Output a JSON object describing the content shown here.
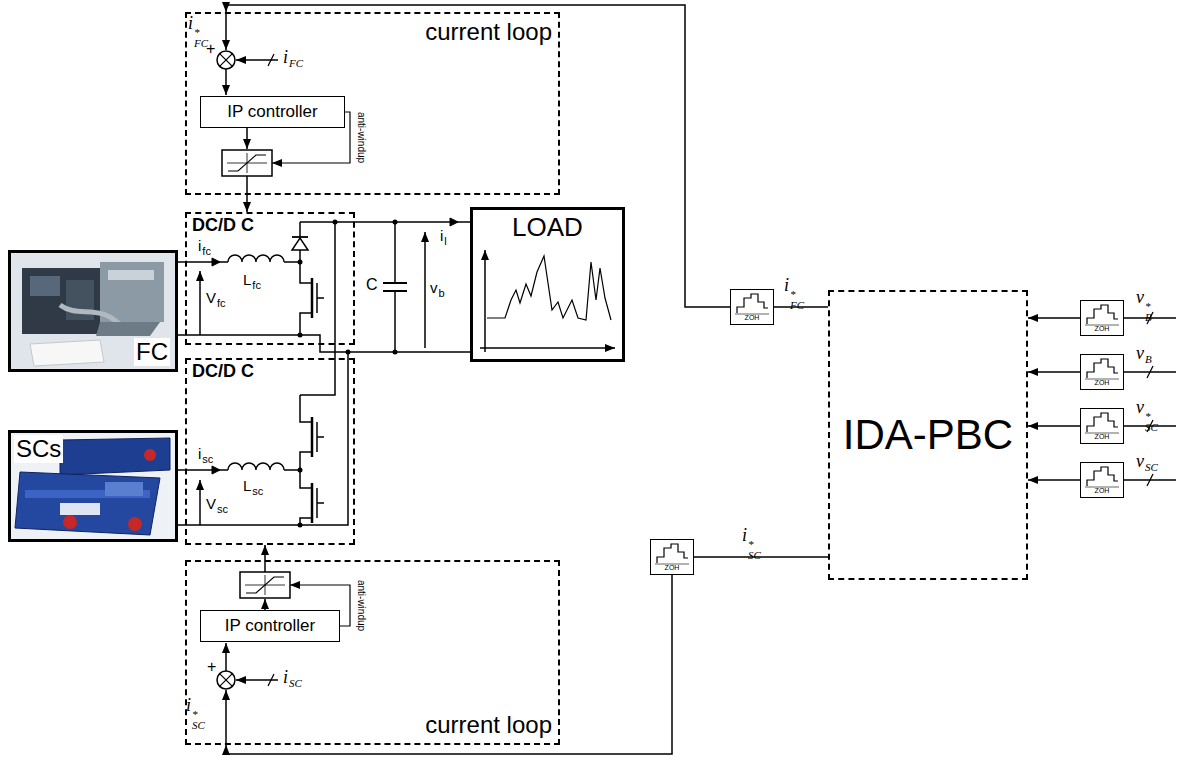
{
  "diagram": {
    "nodes": [
      {
        "text": [
          "current loop"
        ]
      },
      {
        "text": [
          "IP controller"
        ],
        "in": 0
      },
      {
        "text": [
          "DC/D C"
        ]
      },
      {
        "text": [
          "FC"
        ]
      },
      {
        "text": [
          "LOAD"
        ]
      },
      {
        "text": [
          "SCs"
        ]
      },
      {
        "text": [
          "DC/D C"
        ]
      },
      {
        "text": [
          "current loop"
        ]
      },
      {
        "text": [
          "IP controller"
        ],
        "in": 7
      },
      {
        "text": [
          "ZOH"
        ]
      },
      {
        "text": [
          "ZOH"
        ]
      },
      {
        "text": [
          "IDA-PBC"
        ]
      },
      {
        "text": [
          "ZOH"
        ]
      },
      {
        "text": [
          "ZOH"
        ]
      },
      {
        "text": [
          "ZOH"
        ]
      },
      {
        "text": [
          "ZOH"
        ]
      }
    ],
    "edges": [
      {
        "from": 0,
        "to": 2,
        "arrow": "to"
      },
      {
        "from": 7,
        "to": 6,
        "arrow": "to"
      },
      {
        "from": 3,
        "to": 2,
        "arrow": "none"
      },
      {
        "from": 5,
        "to": 6,
        "arrow": "none"
      },
      {
        "from": 11,
        "to": 9,
        "arrow": "none"
      },
      {
        "from": 9,
        "to": 0,
        "arrow": "to"
      },
      {
        "from": 11,
        "to": 10,
        "arrow": "none"
      },
      {
        "from": 10,
        "to": 7,
        "arrow": "to"
      },
      {
        "from": 12,
        "to": 11,
        "arrow": "to"
      },
      {
        "from": 13,
        "to": 11,
        "arrow": "to"
      },
      {
        "from": 14,
        "to": 11,
        "arrow": "to"
      },
      {
        "from": 15,
        "to": 11,
        "arrow": "to"
      }
    ],
    "labels": [
      "i*FC",
      "+",
      "iFC",
      "anti-windup",
      "ifc",
      "Lfc",
      "Vfc",
      "C",
      "il",
      "vb",
      "isc",
      "Lsc",
      "Vsc",
      "+",
      "iSC",
      "i*SC",
      "anti-windup",
      "i*FC",
      "i*SC",
      "v*B",
      "vB",
      "v*SC",
      "vSC"
    ]
  }
}
